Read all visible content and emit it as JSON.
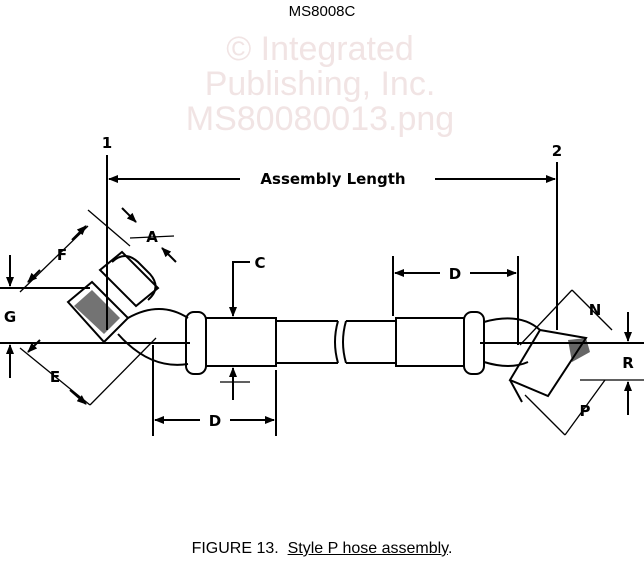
{
  "header": {
    "doc_number": "MS8008C"
  },
  "watermark": {
    "line1": "© Integrated",
    "line2": "Publishing, Inc.",
    "line3": "MS80080013.png"
  },
  "diagram": {
    "reference_points": [
      "1",
      "2"
    ],
    "dimension_labels": {
      "assembly_length": "Assembly Length",
      "a": "A",
      "c": "C",
      "d_left": "D",
      "d_right": "D",
      "e": "E",
      "f": "F",
      "g": "G",
      "n": "N",
      "p": "P",
      "r": "R"
    }
  },
  "caption": {
    "figure": "FIGURE 13.",
    "title": "Style P hose assembly",
    "end": "."
  }
}
